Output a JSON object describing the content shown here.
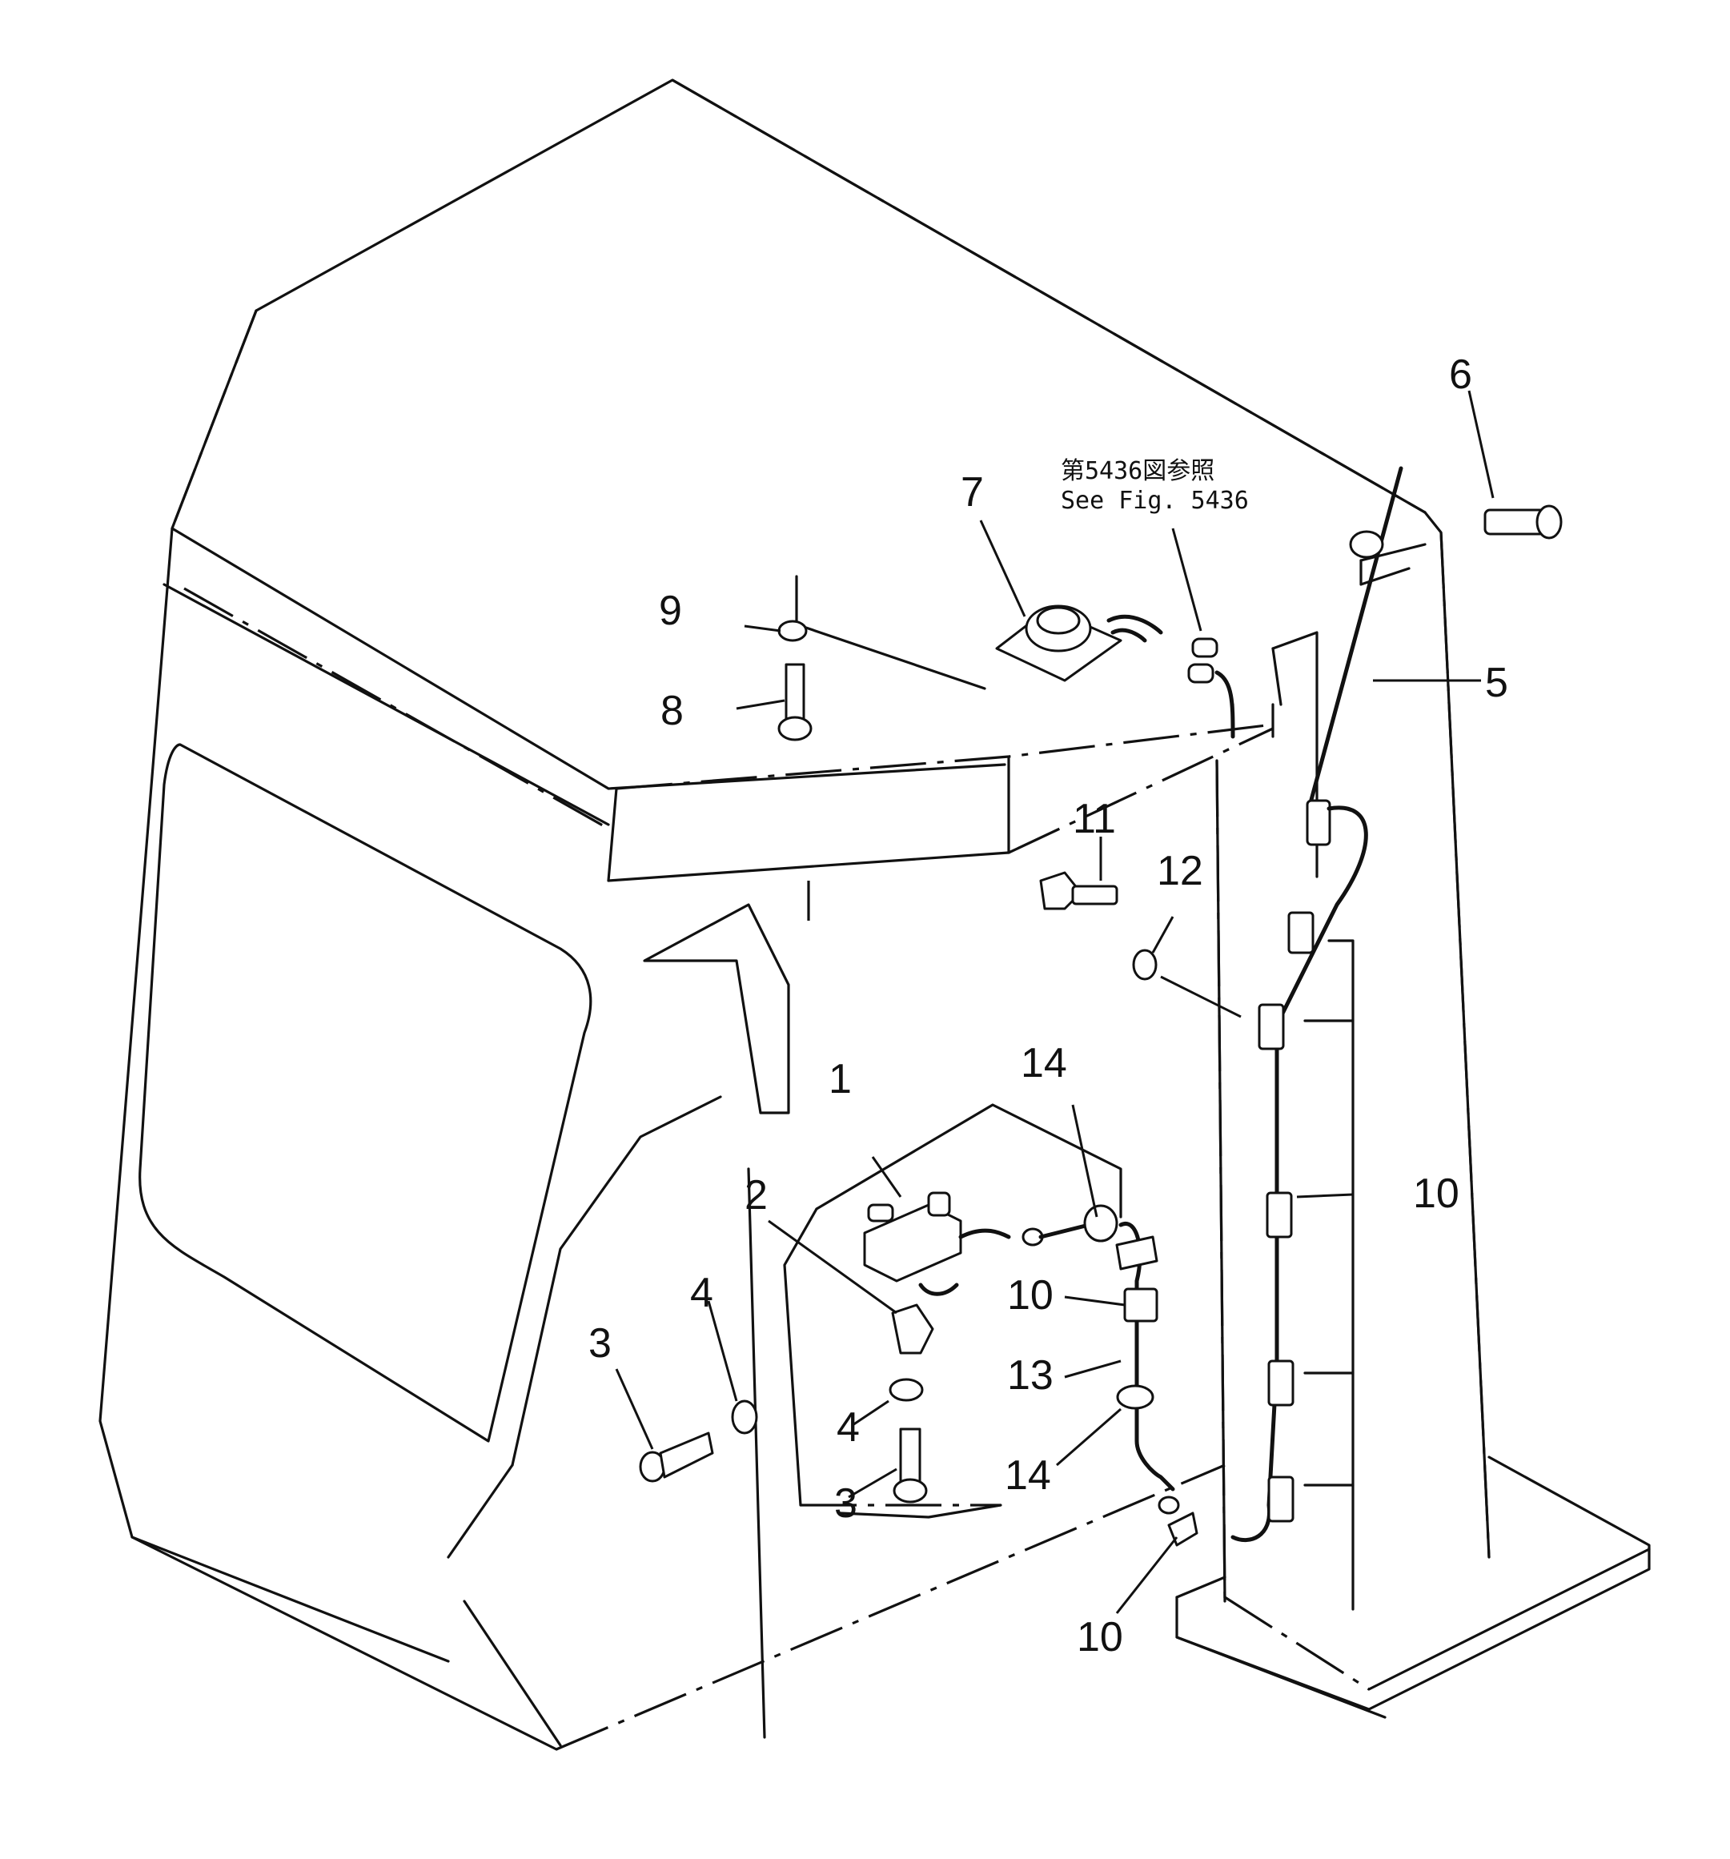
{
  "reference_note": {
    "line1": "第5436図参照",
    "line2": "See  Fig.  5436"
  },
  "callouts": [
    "1",
    "2",
    "3",
    "3",
    "4",
    "4",
    "5",
    "6",
    "7",
    "8",
    "9",
    "10",
    "10",
    "10",
    "11",
    "12",
    "13",
    "14",
    "14"
  ]
}
